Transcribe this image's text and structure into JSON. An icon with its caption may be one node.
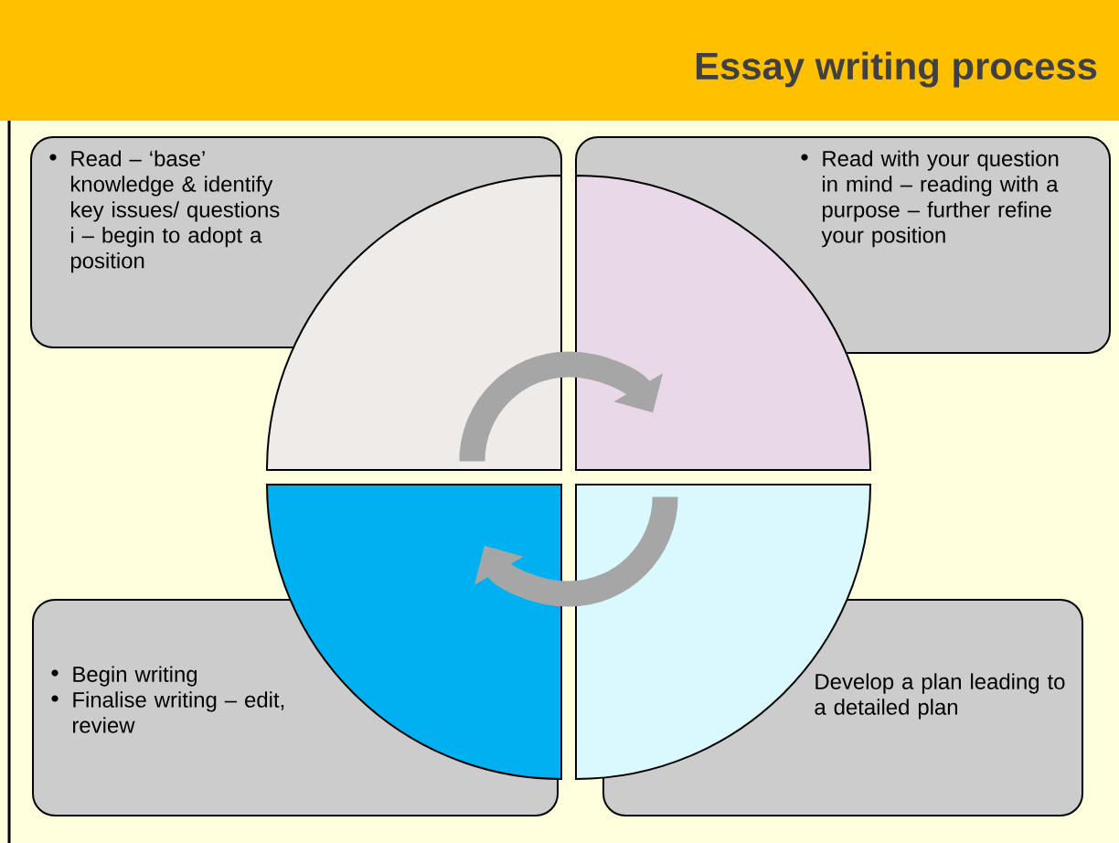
{
  "diagram": {
    "title": "Essay writing process",
    "nodes": [
      {
        "text": [
          "Read – ‘base’ knowledge & identify key issues/ questions i – begin to adopt a position"
        ]
      },
      {
        "text": [
          "Read with your question in mind – reading with a purpose – further refine your position"
        ]
      },
      {
        "text": [
          "Begin writing",
          "Finalise writing – edit, review"
        ]
      },
      {
        "text": [
          "Develop a plan leading to a detailed plan"
        ]
      },
      {
        "text": [],
        "shape": "sector"
      },
      {
        "text": [],
        "shape": "sector"
      },
      {
        "text": [],
        "shape": "sector"
      },
      {
        "text": [],
        "shape": "sector"
      }
    ],
    "edges": [
      {
        "from": 4,
        "to": 5,
        "arrow": "to"
      },
      {
        "from": 7,
        "to": 6,
        "arrow": "to"
      }
    ]
  }
}
